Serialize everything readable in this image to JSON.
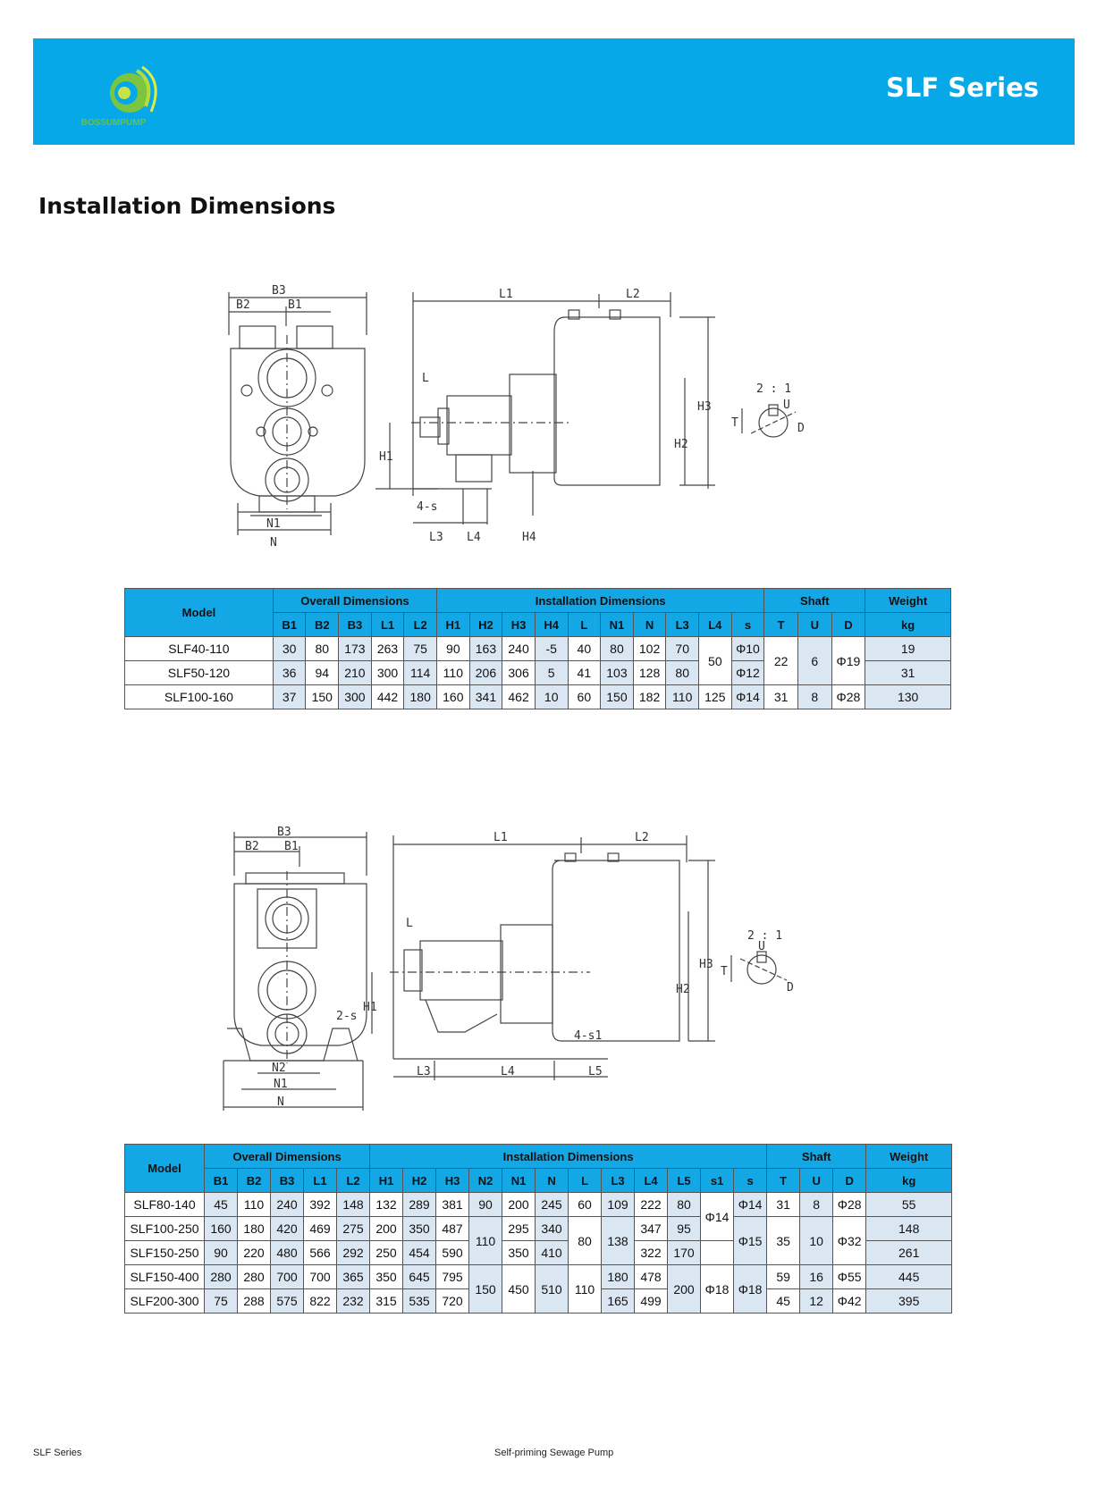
{
  "header": {
    "brand": "BOSSUMPUMP",
    "series_title": "SLF Series",
    "logo_icon": "swirl-logo-icon",
    "brand_color": "#07a8e8"
  },
  "section_title": "Installation Dimensions",
  "drawing1": {
    "front": {
      "B3": "B3",
      "B2": "B2",
      "B1": "B1",
      "N1": "N1",
      "N": "N"
    },
    "side": {
      "L1": "L1",
      "L2": "L2",
      "L": "L",
      "H1": "H1",
      "H2": "H2",
      "H3": "H3",
      "H4": "H4",
      "s": "4-s",
      "L3": "L3",
      "L4": "L4"
    },
    "shaft": {
      "ratio": "2 : 1",
      "U": "U",
      "T": "T",
      "D": "D"
    }
  },
  "drawing2": {
    "front": {
      "B3": "B3",
      "B2": "B2",
      "B1": "B1",
      "s": "2-s",
      "N2": "N2",
      "N1": "N1",
      "N": "N"
    },
    "side": {
      "L1": "L1",
      "L2": "L2",
      "L": "L",
      "H1": "H1",
      "H2": "H2",
      "H3": "H3",
      "s1": "4-s1",
      "L3": "L3",
      "L4": "L4",
      "L5": "L5"
    },
    "shaft": {
      "ratio": "2 : 1",
      "U": "U",
      "T": "T",
      "D": "D"
    }
  },
  "table1": {
    "model_header": "Model",
    "group_overall": "Overall Dimensions",
    "group_install": "Installation Dimensions",
    "group_shaft": "Shaft",
    "group_weight": "Weight",
    "cols": [
      "B1",
      "B2",
      "B3",
      "L1",
      "L2",
      "H1",
      "H2",
      "H3",
      "H4",
      "L",
      "N1",
      "N",
      "L3",
      "L4",
      "s",
      "T",
      "U",
      "D",
      "kg"
    ],
    "rows": [
      {
        "model": "SLF40-110",
        "B1": "30",
        "B2": "80",
        "B3": "173",
        "L1": "263",
        "L2": "75",
        "H1": "90",
        "H2": "163",
        "H3": "240",
        "H4": "-5",
        "L": "40",
        "N1": "80",
        "N": "102",
        "L3": "70",
        "L4": "50",
        "s": "Φ10",
        "T": "22",
        "U": "6",
        "D": "Φ19",
        "kg": "19"
      },
      {
        "model": "SLF50-120",
        "B1": "36",
        "B2": "94",
        "B3": "210",
        "L1": "300",
        "L2": "114",
        "H1": "110",
        "H2": "206",
        "H3": "306",
        "H4": "5",
        "L": "41",
        "N1": "103",
        "N": "128",
        "L3": "80",
        "s": "Φ12",
        "kg": "31"
      },
      {
        "model": "SLF100-160",
        "B1": "37",
        "B2": "150",
        "B3": "300",
        "L1": "442",
        "L2": "180",
        "H1": "160",
        "H2": "341",
        "H3": "462",
        "H4": "10",
        "L": "60",
        "N1": "150",
        "N": "182",
        "L3": "110",
        "L4": "125",
        "s": "Φ14",
        "T": "31",
        "U": "8",
        "D": "Φ28",
        "kg": "130"
      }
    ]
  },
  "table2": {
    "model_header": "Model",
    "group_overall": "Overall Dimensions",
    "group_install": "Installation Dimensions",
    "group_shaft": "Shaft",
    "group_weight": "Weight",
    "cols": [
      "B1",
      "B2",
      "B3",
      "L1",
      "L2",
      "H1",
      "H2",
      "H3",
      "N2",
      "N1",
      "N",
      "L",
      "L3",
      "L4",
      "L5",
      "s1",
      "s",
      "T",
      "U",
      "D",
      "kg"
    ],
    "rows": [
      {
        "model": "SLF80-140",
        "B1": "45",
        "B2": "110",
        "B3": "240",
        "L1": "392",
        "L2": "148",
        "H1": "132",
        "H2": "289",
        "H3": "381",
        "N2": "90",
        "N1": "200",
        "N": "245",
        "L": "60",
        "L3": "109",
        "L4": "222",
        "L5": "80",
        "s1": "Φ14",
        "s": "Φ14",
        "T": "31",
        "U": "8",
        "D": "Φ28",
        "kg": "55"
      },
      {
        "model": "SLF100-250",
        "B1": "160",
        "B2": "180",
        "B3": "420",
        "L1": "469",
        "L2": "275",
        "H1": "200",
        "H2": "350",
        "H3": "487",
        "N2": "110",
        "N1": "295",
        "N": "340",
        "L": "80",
        "L3": "138",
        "L4": "347",
        "L5": "95",
        "s": "Φ15",
        "T": "35",
        "U": "10",
        "D": "Φ32",
        "kg": "148"
      },
      {
        "model": "SLF150-250",
        "B1": "90",
        "B2": "220",
        "B3": "480",
        "L1": "566",
        "L2": "292",
        "H1": "250",
        "H2": "454",
        "H3": "590",
        "N1": "350",
        "N": "410",
        "L4": "322",
        "L5": "170",
        "kg": "261"
      },
      {
        "model": "SLF150-400",
        "B1": "280",
        "B2": "280",
        "B3": "700",
        "L1": "700",
        "L2": "365",
        "H1": "350",
        "H2": "645",
        "H3": "795",
        "N2": "150",
        "N1": "450",
        "N": "510",
        "L": "110",
        "L3": "180",
        "L4": "478",
        "L5": "200",
        "s1": "Φ18",
        "s": "Φ18",
        "T": "59",
        "U": "16",
        "D": "Φ55",
        "kg": "445"
      },
      {
        "model": "SLF200-300",
        "B1": "75",
        "B2": "288",
        "B3": "575",
        "L1": "822",
        "L2": "232",
        "H1": "315",
        "H2": "535",
        "H3": "720",
        "L3": "165",
        "L4": "499",
        "T": "45",
        "U": "12",
        "D": "Φ42",
        "kg": "395"
      }
    ]
  },
  "footer": {
    "left": "SLF Series",
    "center": "Self-priming Sewage Pump"
  }
}
